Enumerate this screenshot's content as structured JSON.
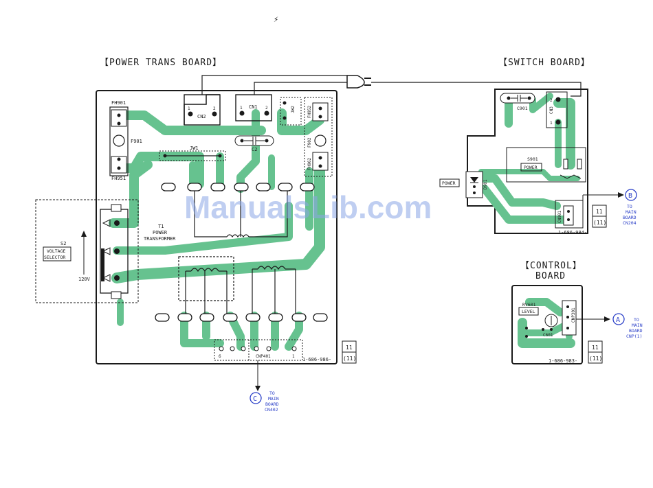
{
  "header_mark": "⚡",
  "colors": {
    "trace": "#66c28f",
    "ink": "#1a1a1a",
    "ref": "#2a3fc8",
    "watermark": "#8aa6e6"
  },
  "watermark": "ManualsLib.com",
  "power_trans_board": {
    "title": "【POWER TRANS BOARD】",
    "part_no": "1-686-986-",
    "page_ref": [
      "11",
      "(11)"
    ],
    "fuse_holder_top": "FH901",
    "fuse_holder_bottom": "FH951",
    "fuse_left": "F901",
    "cn2": "CN2",
    "cn1": "CN1",
    "jw2": "JW2",
    "fh952": "FH952",
    "f902": "F902",
    "fh962": "FH962",
    "capacitor": "C2",
    "jumper": "JW1",
    "transformer": [
      "T1",
      "POWER",
      "TRANSFORMER"
    ],
    "voltage_selector": [
      "S2",
      "VOLTAGE",
      "SELECTOR"
    ],
    "voltage": "120V",
    "pin_1": "1",
    "pin_2": "2",
    "connector_bottom": "CNP401",
    "pin_6": "6"
  },
  "switch_board": {
    "title": "【SWITCH BOARD】",
    "part_no": "1-686-984-",
    "page_ref": [
      "11",
      "(11)"
    ],
    "cap": "C901",
    "cn3": "CN3",
    "switch": "S901",
    "switch_label": "POWER",
    "led_label": "POWER",
    "led_id": "D901",
    "cn901": "CN901",
    "pin_1": "1",
    "pin_2": "2"
  },
  "control_board": {
    "title_line1": "【CONTROL】",
    "title_line2": "BOARD",
    "part_no": "1-686-983-",
    "page_ref": [
      "11",
      "(11)"
    ],
    "pot": "RV601",
    "pot_label": "LEVEL",
    "cap": "C601",
    "connector": "CNP301"
  },
  "refs": {
    "a": {
      "letter": "A",
      "lines": [
        "TO",
        "MAIN",
        "BOARD",
        "CNP(1)"
      ]
    },
    "b": {
      "letter": "B",
      "lines": [
        "TO",
        "MAIN",
        "BOARD",
        "CN204"
      ]
    },
    "c": {
      "letter": "C",
      "lines": [
        "TO",
        "MAIN",
        "BOARD",
        "CN402"
      ]
    }
  }
}
